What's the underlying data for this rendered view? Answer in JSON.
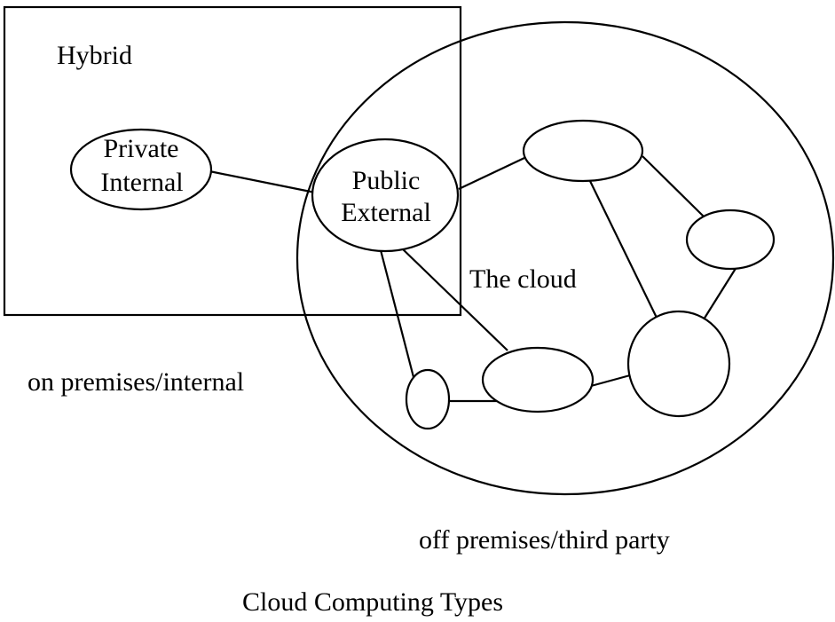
{
  "diagram": {
    "hybrid_label": "Hybrid",
    "on_premises_label": "on premises/internal",
    "cloud_label": "The cloud",
    "off_premises_label": "off premises/third party",
    "caption": "Cloud Computing Types",
    "private_node": {
      "line1": "Private",
      "line2": "Internal"
    },
    "public_node": {
      "line1": "Public",
      "line2": "External"
    }
  }
}
